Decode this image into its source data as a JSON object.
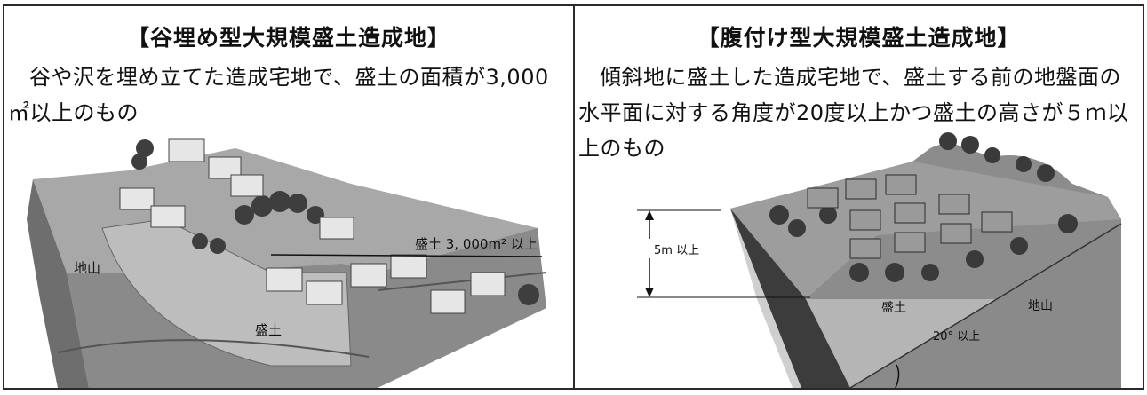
{
  "left": {
    "title": "【谷埋め型大規模盛土造成地】",
    "description": "谷や沢を埋め立てた造成宅地で、盛土の面積が3,000㎡以上のもの",
    "labels": {
      "area": "盛土 3, 000m² 以上",
      "jiyama": "地山",
      "morido": "盛土"
    }
  },
  "right": {
    "title": "【腹付け型大規模盛土造成地】",
    "description": "傾斜地に盛土した造成宅地で、盛土する前の地盤面の水平面に対する角度が20度以上かつ盛土の高さが５ｍ以上のもの",
    "labels": {
      "height": "5m 以上",
      "morido": "盛土",
      "jiyama": "地山",
      "angle": "20° 以上"
    }
  }
}
